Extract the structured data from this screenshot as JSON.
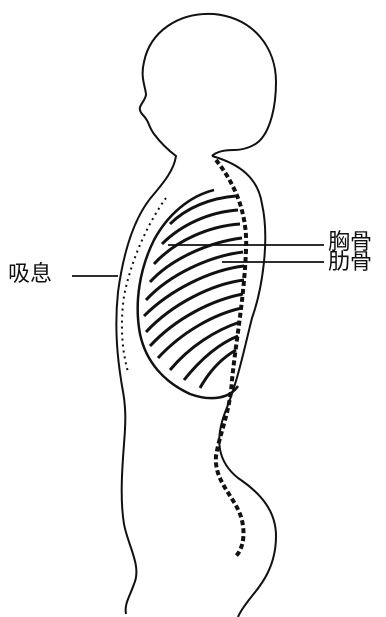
{
  "labels": {
    "breathing": "吸息",
    "sternum": "胸骨",
    "rib": "肋骨"
  },
  "colors": {
    "ink": "#111111",
    "background": "#ffffff"
  }
}
